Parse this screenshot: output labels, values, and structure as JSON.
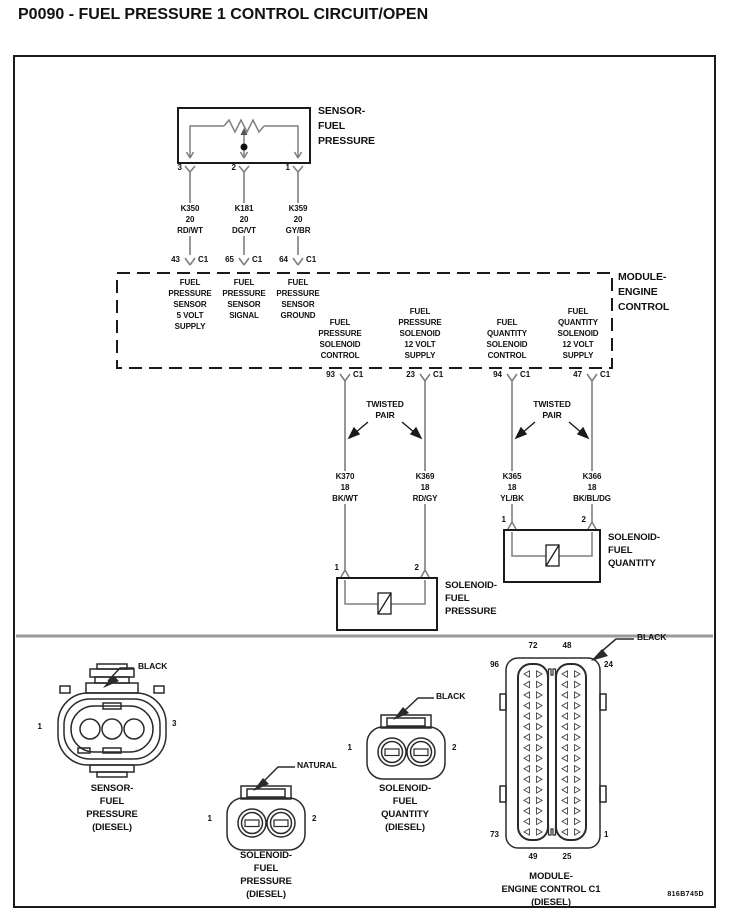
{
  "title": "P0090 - FUEL PRESSURE 1 CONTROL CIRCUIT/OPEN",
  "colors": {
    "line_black": "#1a1a1a",
    "wire_gray": "#7f7f7f",
    "divider_gray": "#9a9a9a"
  },
  "schematic": {
    "sensor": {
      "name": "SENSOR-\nFUEL\nPRESSURE",
      "pin3": "3",
      "pin2": "2",
      "pin1": "1"
    },
    "module": {
      "name": "MODULE-\nENGINE\nCONTROL"
    },
    "wires_top": [
      {
        "circuit": "K350",
        "gauge": "20",
        "color": "RD/WT",
        "module_pin": "43",
        "connector": "C1",
        "function": "FUEL\nPRESSURE\nSENSOR\n5 VOLT\nSUPPLY"
      },
      {
        "circuit": "K181",
        "gauge": "20",
        "color": "DG/VT",
        "module_pin": "65",
        "connector": "C1",
        "function": "FUEL\nPRESSURE\nSENSOR\nSIGNAL"
      },
      {
        "circuit": "K359",
        "gauge": "20",
        "color": "GY/BR",
        "module_pin": "64",
        "connector": "C1",
        "function": "FUEL\nPRESSURE\nSENSOR\nGROUND"
      }
    ],
    "wires_bottom": [
      {
        "function": "FUEL\nPRESSURE\nSOLENOID\nCONTROL",
        "module_pin": "93",
        "connector": "C1",
        "circuit": "K370",
        "gauge": "18",
        "color": "BK/WT"
      },
      {
        "function": "FUEL\nPRESSURE\nSOLENOID\n12 VOLT\nSUPPLY",
        "module_pin": "23",
        "connector": "C1",
        "circuit": "K369",
        "gauge": "18",
        "color": "RD/GY"
      },
      {
        "function": "FUEL\nQUANTITY\nSOLENOID\nCONTROL",
        "module_pin": "94",
        "connector": "C1",
        "circuit": "K365",
        "gauge": "18",
        "color": "YL/BK"
      },
      {
        "function": "FUEL\nQUANTITY\nSOLENOID\n12 VOLT\nSUPPLY",
        "module_pin": "47",
        "connector": "C1",
        "circuit": "K366",
        "gauge": "18",
        "color": "BK/BL/DG"
      }
    ],
    "twisted_pair": "TWISTED\nPAIR",
    "solenoid_pressure": {
      "name": "SOLENOID-\nFUEL\nPRESSURE",
      "pin1": "1",
      "pin2": "2"
    },
    "solenoid_quantity": {
      "name": "SOLENOID-\nFUEL\nQUANTITY",
      "pin1": "1",
      "pin2": "2"
    }
  },
  "connector_views": {
    "sensor_fuel_pressure": {
      "caption": "SENSOR-\nFUEL\nPRESSURE\n(DIESEL)",
      "color_label": "BLACK",
      "pin_left": "1",
      "pin_right": "3"
    },
    "solenoid_fuel_pressure": {
      "caption": "SOLENOID-\nFUEL\nPRESSURE\n(DIESEL)",
      "color_label": "NATURAL",
      "pin_left": "1",
      "pin_right": "2"
    },
    "solenoid_fuel_quantity": {
      "caption": "SOLENOID-\nFUEL\nQUANTITY\n(DIESEL)",
      "color_label": "BLACK",
      "pin_left": "1",
      "pin_right": "2"
    },
    "module_c1": {
      "caption": "MODULE-\nENGINE CONTROL C1\n(DIESEL)",
      "color_label": "BLACK",
      "pin_top_left": "96",
      "pin_top_right": "24",
      "pin_bottom_left": "73",
      "pin_bottom_right": "1",
      "col_top_left": "72",
      "col_top_right": "48",
      "col_bottom_left": "49",
      "col_bottom_right": "25"
    }
  },
  "footer_code": "816B745D"
}
